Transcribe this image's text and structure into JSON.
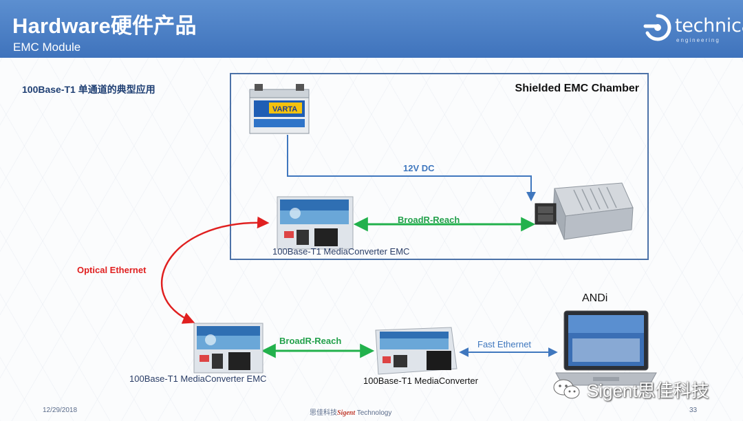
{
  "header": {
    "title": "Hardware硬件产品",
    "subtitle": "EMC Module",
    "logo": {
      "name": "technica",
      "tagline": "engineering"
    }
  },
  "intro": "100Base-T1 单通道的典型应用",
  "chamber": {
    "label": "Shielded EMC Chamber"
  },
  "devices": {
    "battery_brand": "VARTA",
    "converter_emc_top_caption": "100Base-T1 MediaConverter EMC",
    "converter_emc_bottom_caption": "100Base-T1 MediaConverter EMC",
    "converter_caption": "100Base-T1 MediaConverter",
    "laptop_label": "ANDi"
  },
  "links": {
    "power": "12V DC",
    "broadr_top": "BroadR-Reach",
    "broadr_bottom": "BroadR-Reach",
    "optical": "Optical Ethernet",
    "fast_ethernet": "Fast Ethernet"
  },
  "colors": {
    "header": "#4a7fc6",
    "power": "#3f77be",
    "broadr": "#22b14c",
    "optical": "#e02020",
    "fast_ethernet": "#3f77be",
    "chamber_border": "#4c72a8"
  },
  "footer": {
    "date": "12/29/2018",
    "center_cn": "思佳科技",
    "center_brand": "Sigent",
    "center_suffix": " Technology",
    "page": "33"
  },
  "watermark": "Sigent思佳科技"
}
